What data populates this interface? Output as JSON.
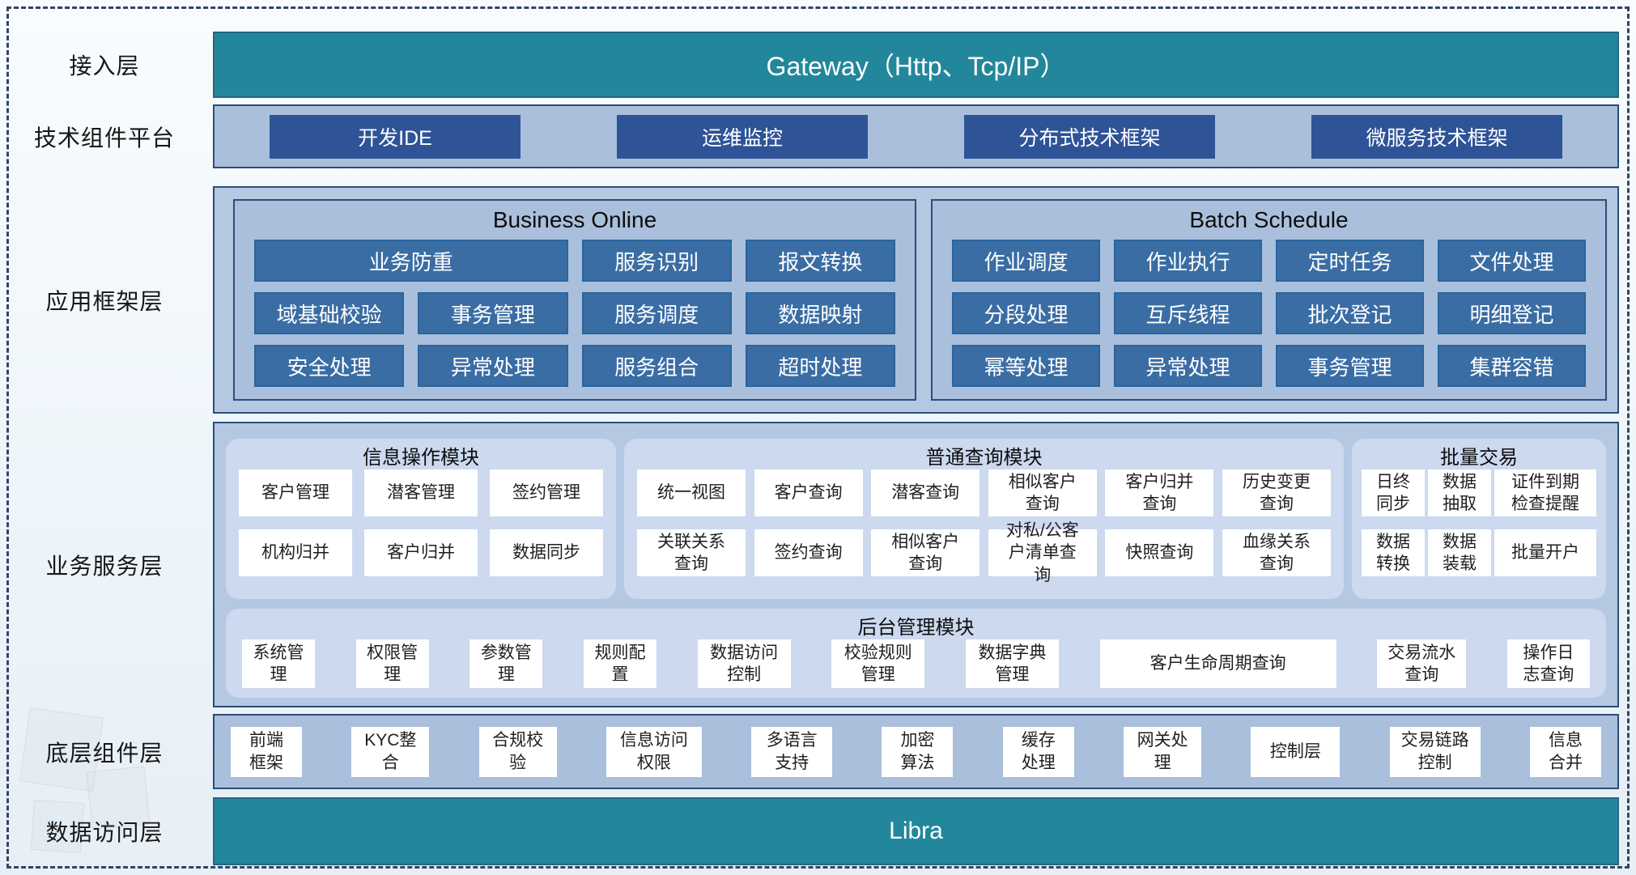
{
  "layers": {
    "access": {
      "label": "接入层",
      "gateway": "Gateway（Http、Tcp/IP）"
    },
    "tech": {
      "label": "技术组件平台",
      "items": [
        "开发IDE",
        "运维监控",
        "分布式技术框架",
        "微服务技术框架"
      ]
    },
    "app": {
      "label": "应用框架层",
      "business_online": {
        "title": "Business Online",
        "buttons": [
          "业务防重",
          "服务识别",
          "报文转换",
          "域基础校验",
          "事务管理",
          "服务调度",
          "数据映射",
          "安全处理",
          "异常处理",
          "服务组合",
          "超时处理"
        ]
      },
      "batch_schedule": {
        "title": "Batch Schedule",
        "buttons": [
          "作业调度",
          "作业执行",
          "定时任务",
          "文件处理",
          "分段处理",
          "互斥线程",
          "批次登记",
          "明细登记",
          "幂等处理",
          "异常处理",
          "事务管理",
          "集群容错"
        ]
      }
    },
    "biz": {
      "label": "业务服务层",
      "info": {
        "title": "信息操作模块",
        "items": [
          "客户管理",
          "潜客管理",
          "签约管理",
          "机构归并",
          "客户归并",
          "数据同步"
        ]
      },
      "query": {
        "title": "普通查询模块",
        "items": [
          "统一视图",
          "客户查询",
          "潜客查询",
          "相似客户查询",
          "客户归并查询",
          "历史变更查询",
          "关联关系查询",
          "签约查询",
          "相似客户查询",
          "对私/公客户清单查询",
          "快照查询",
          "血缘关系查询"
        ]
      },
      "batch": {
        "title": "批量交易",
        "items": [
          "日终同步",
          "数据抽取",
          "证件到期检查提醒",
          "数据转换",
          "数据装载",
          "批量开户"
        ]
      },
      "admin": {
        "title": "后台管理模块",
        "items": [
          "系统管理",
          "权限管理",
          "参数管理",
          "规则配置",
          "数据访问控制",
          "校验规则管理",
          "数据字典管理",
          "客户生命周期查询",
          "交易流水查询",
          "操作日志查询"
        ]
      }
    },
    "base": {
      "label": "底层组件层",
      "items": [
        "前端框架",
        "KYC整合",
        "合规校验",
        "信息访问权限",
        "多语言支持",
        "加密算法",
        "缓存处理",
        "网关处理",
        "控制层",
        "交易链路控制",
        "信息合并"
      ]
    },
    "data": {
      "label": "数据访问层",
      "bar": "Libra"
    }
  },
  "colors": {
    "teal_bar": "#23879b",
    "navy_button": "#2e5396",
    "blue_button": "#3a6da4",
    "band_fill": "#a9bfdc",
    "container_fill": "#b5c8e2",
    "subpanel_fill": "#ccd9ef",
    "panel_border": "#2b4d7a",
    "box_bg": "#ffffff",
    "dashed_outline": "#33455f"
  }
}
